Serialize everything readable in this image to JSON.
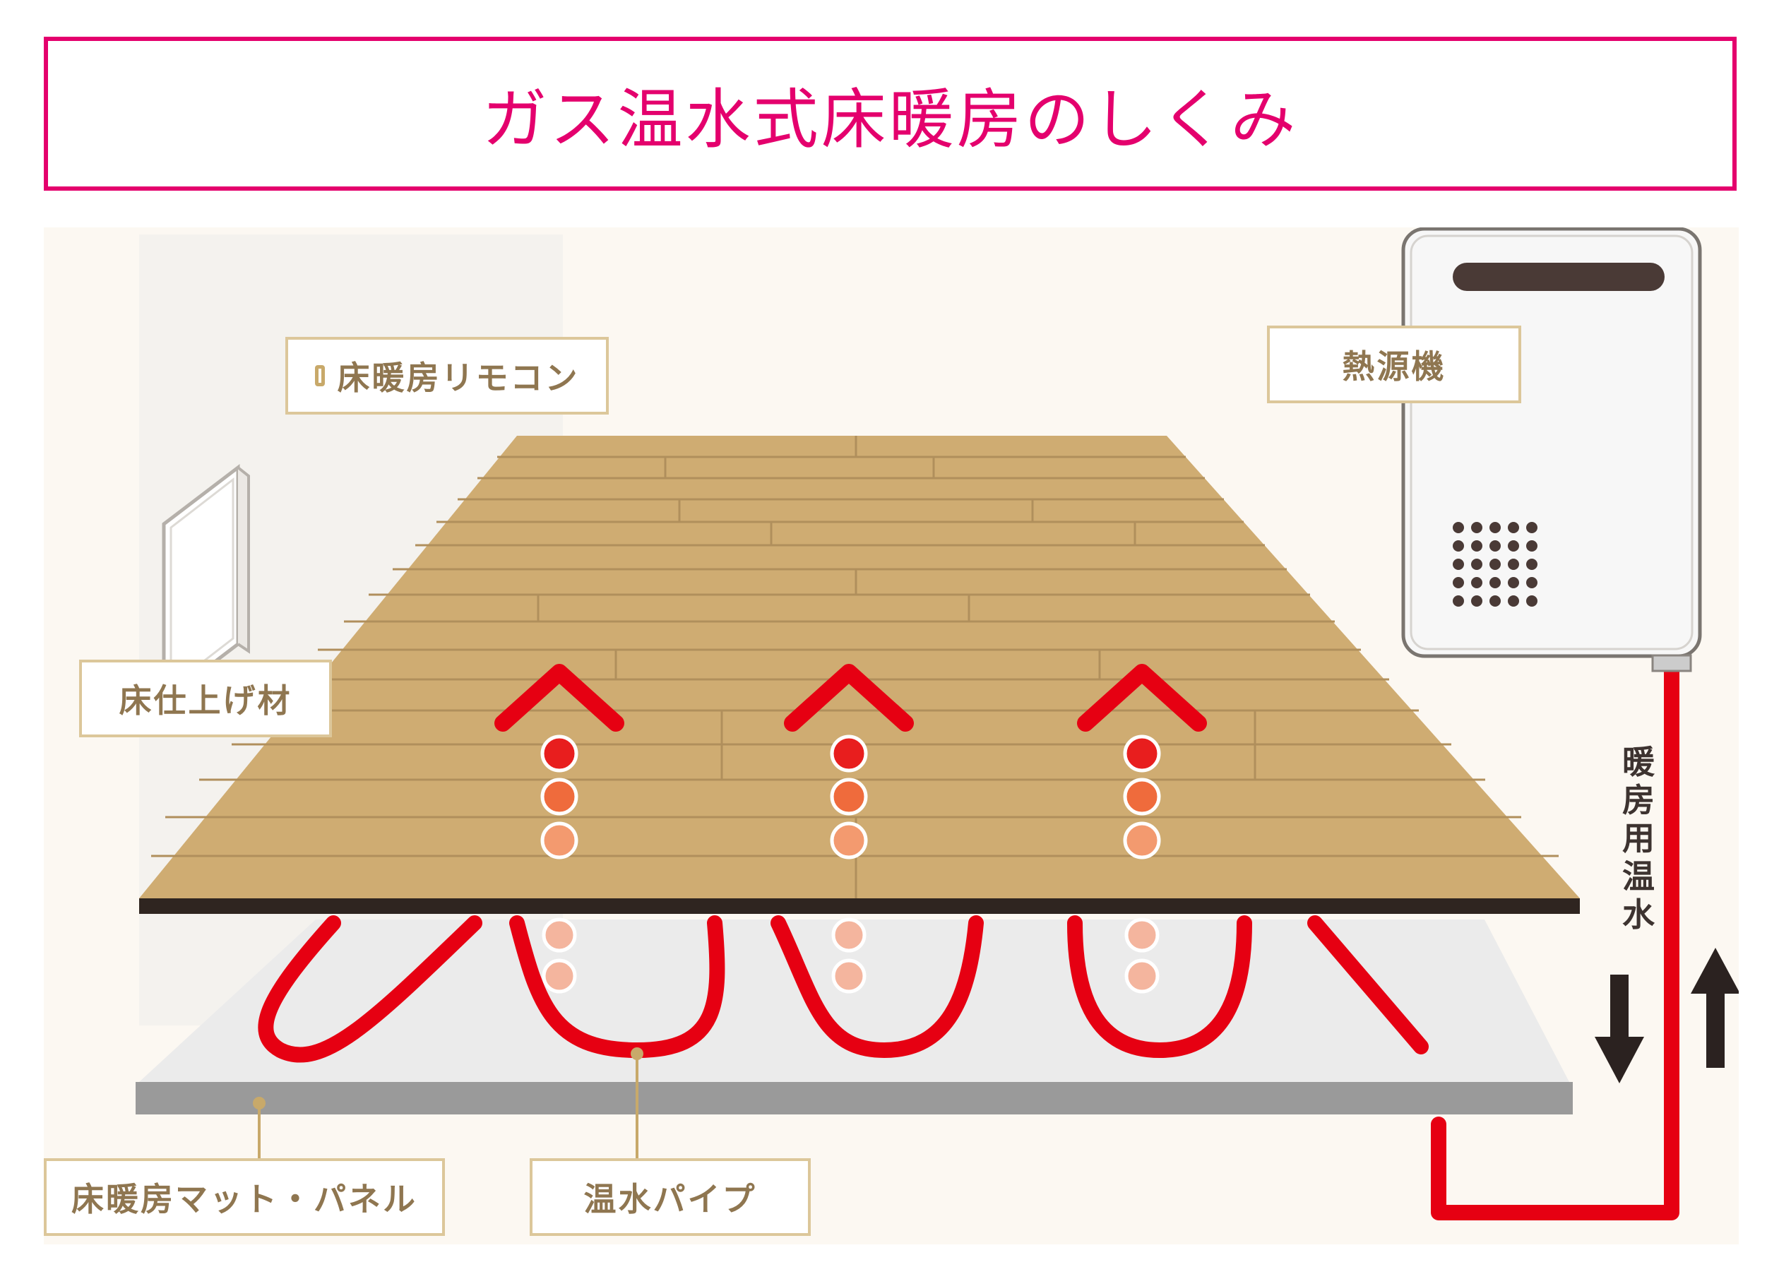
{
  "title": "ガス温水式床暖房のしくみ",
  "labels": {
    "remote": "床暖房リモコン",
    "heat_source": "熱源機",
    "floor_finish": "床仕上げ材",
    "mat_panel": "床暖房マット・パネル",
    "pipe": "温水パイプ",
    "hot_water": "暖\n房\n用\n温\n水"
  },
  "icons": {
    "remote": "wall-remote-icon",
    "heater": "water-heater-icon",
    "heat_up": "heat-up-arrow-icon",
    "down": "down-arrow-icon",
    "up": "up-arrow-icon"
  },
  "colors": {
    "accent": "#e4006d",
    "pipe": "#e60012",
    "floor": "#cfac72",
    "label_border": "#dcc79a",
    "label_text": "#8f7650"
  }
}
